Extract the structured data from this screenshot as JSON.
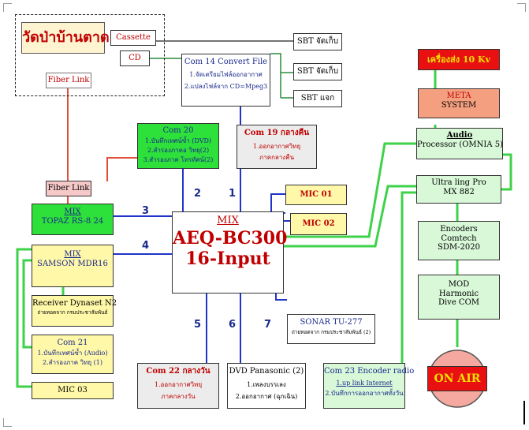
{
  "temple": {
    "title": "วัดป่าบ้านตาด",
    "fiber": "Fiber Link",
    "cassette": "Cassette",
    "cd": "CD"
  },
  "sbt": [
    "SBT จัดเก็บ",
    "SBT จัดเก็บ",
    "SBT แจก"
  ],
  "com14": {
    "title": "Com 14 Convert File",
    "line1": "1.จัดเตรียมไฟล์ออกอากาศ",
    "line2": "2.แปลงไฟล์จาก CD=Mpeg3"
  },
  "com20": {
    "title": "Com 20",
    "line1": "1.บันทึกเทศน์ซ้ำ (DVD)",
    "line2": "2.สำรองภาคอ วิทยุ(2)",
    "line3": "3.สำรองภาค โทรทัศน์(2)"
  },
  "com19": {
    "title": "Com 19 กลางคืน",
    "line1": "1.ออกอากาศวิทยุ",
    "line2": "ภาคกลางคืน"
  },
  "fiber2": "Fiber Link",
  "topaz": {
    "line1": "MIX",
    "line2": "TOPAZ RS-8 24"
  },
  "samson": {
    "line1": "MIX",
    "line2": "SAMSON MDR16"
  },
  "receiver": {
    "line1": "Receiver Dynaset N2",
    "line2": "ถ่ายทอดจาก กรมประชาสัมพันธ์"
  },
  "com21": {
    "title": "Com 21",
    "line1": "1.บันทึกเทศน์ซ้ำ (Audio)",
    "line2": "2.สำรองภาค วิทยุ (1)"
  },
  "mic03": "MIC 03",
  "mixer": {
    "line1": "MIX",
    "line2": "AEQ-BC300",
    "line3": "16-Input"
  },
  "mic01": "MIC 01",
  "mic02": "MIC 02",
  "numbers": [
    "1",
    "2",
    "3",
    "4",
    "5",
    "6",
    "7"
  ],
  "sonar": {
    "line1": "SONAR TU-277",
    "line2": "ถ่ายทอดจาก กรมประชาสัมพันธ์ (2)"
  },
  "com22": {
    "title": "Com 22 กลางวัน",
    "line1": "1.ออกอากาศวิทยุ",
    "line2": "ภาคกลางวัน"
  },
  "dvd": {
    "title": "DVD Panasonic (2)",
    "line1": "1.เพลงบรรเลง",
    "line2": "2.ออกอากาศ (ฉุกเฉิน)"
  },
  "com23": {
    "title": "Com 23 Encoder radio",
    "line1": "1.up link Internet",
    "line2": "2.บันทึกการออกอากาศทั้งวัน"
  },
  "tx": "เครื่องส่ง 10 Kv",
  "meta": {
    "line1": "META",
    "line2": "SYSTEM"
  },
  "audio": {
    "line1": "Audio",
    "line2": "Processor (OMNIA 5)"
  },
  "ultra": {
    "line1": "Ultra ling Pro",
    "line2": "MX 882"
  },
  "encoders": {
    "line1": "Encoders",
    "line2": "Comtech",
    "line3": "SDM-2020"
  },
  "mod": {
    "line1": "MOD",
    "line2": "Harmonic",
    "line3": "Dive COM"
  },
  "onair": "ON AIR",
  "colors": {
    "blue": "#1f34c8",
    "green": "#3ed24a",
    "red": "#e0503a",
    "darkgreen": "#2a8a3a"
  }
}
